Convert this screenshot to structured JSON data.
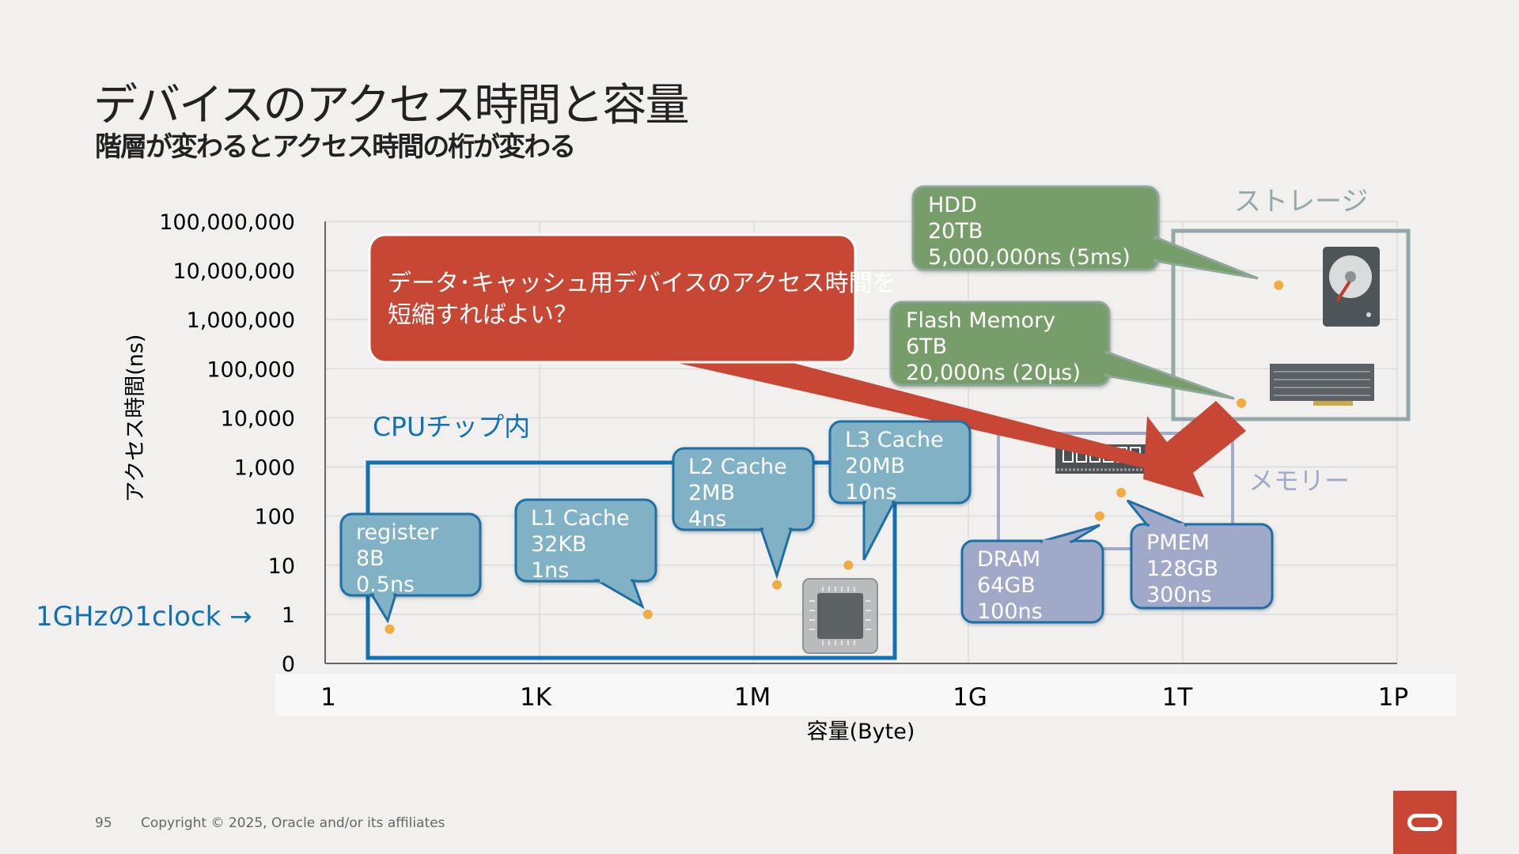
{
  "slide": {
    "title": "デバイスのアクセス時間と容量",
    "subtitle": "階層が変わるとアクセス時間の桁が変わる",
    "page_number": "95",
    "copyright": "Copyright © 2025, Oracle and/or its affiliates"
  },
  "colors": {
    "background": "#f1f0ee",
    "cpu_blue": "#1271b5",
    "cache_bubble": "#80b1c5",
    "memory_bubble": "#a1a9c9",
    "storage_bubble": "#779d6b",
    "alert_red": "#c74634",
    "point_orange": "#f0ac40"
  },
  "chart_data": {
    "type": "scatter",
    "xlabel": "容量(Byte)",
    "ylabel": "アクセス時間(ns)",
    "x_scale": "log",
    "y_scale": "log",
    "xlim": [
      1,
      1000000000000000
    ],
    "ylim": [
      0.1,
      100000000
    ],
    "x_ticks": [
      "1",
      "1K",
      "1M",
      "1G",
      "1T",
      "1P"
    ],
    "y_ticks": [
      "0",
      "1",
      "10",
      "100",
      "1,000",
      "10,000",
      "100,000",
      "1,000,000",
      "10,000,000",
      "100,000,000"
    ],
    "grid": true,
    "points": [
      {
        "label": [
          "register",
          "8B",
          "0.5ns"
        ],
        "x": 8,
        "y": 0.5
      },
      {
        "label": [
          "L1 Cache",
          "32KB",
          "1ns"
        ],
        "x": 32768,
        "y": 1
      },
      {
        "label": [
          "L2 Cache",
          "2MB",
          "4ns"
        ],
        "x": 2097152,
        "y": 4
      },
      {
        "label": [
          "L3 Cache",
          "20MB",
          "10ns"
        ],
        "x": 20971520,
        "y": 10
      },
      {
        "label": [
          "DRAM",
          "64GB",
          "100ns"
        ],
        "x": 68719476736,
        "y": 100
      },
      {
        "label": [
          "PMEM",
          "128GB",
          "300ns"
        ],
        "x": 137438953472,
        "y": 300
      },
      {
        "label": [
          "Flash Memory",
          "6TB",
          "20,000ns (20µs)"
        ],
        "x": 6597069766656,
        "y": 20000
      },
      {
        "label": [
          "HDD",
          "20TB",
          "5,000,000ns (5ms)"
        ],
        "x": 21990232555520,
        "y": 5000000
      }
    ],
    "annotations": {
      "cpu_region": "CPUチップ内",
      "memory_region": "メモリー",
      "storage_region": "ストレージ",
      "clock_note": "1GHzの1clock →",
      "callout": [
        "データ･キャッシュ用デバイスのアクセス時間を",
        "短縮すればよい？"
      ]
    }
  }
}
